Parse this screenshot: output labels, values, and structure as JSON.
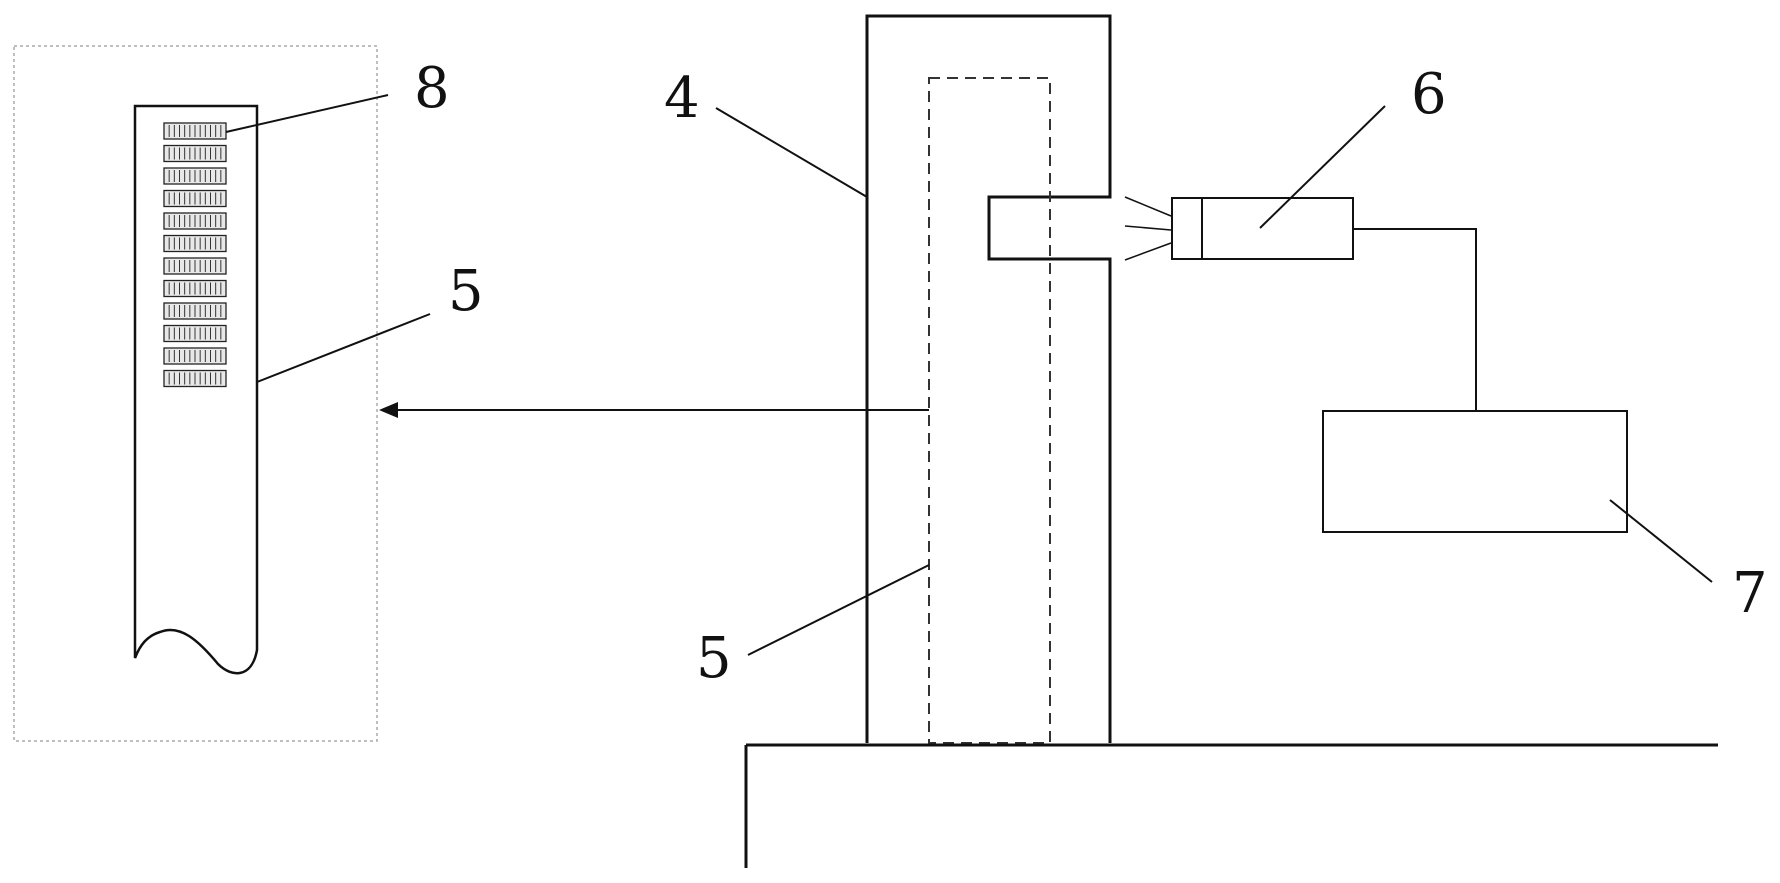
{
  "diagram": {
    "line_color": "#111111",
    "dash_color": "#333333",
    "frame_color": "#aaaaaa",
    "labels": {
      "column": "4",
      "strip_detail": "5",
      "strip_inner": "5",
      "sensor": "6",
      "box": "7",
      "pattern": "8"
    },
    "pattern_segment_count": 12
  }
}
